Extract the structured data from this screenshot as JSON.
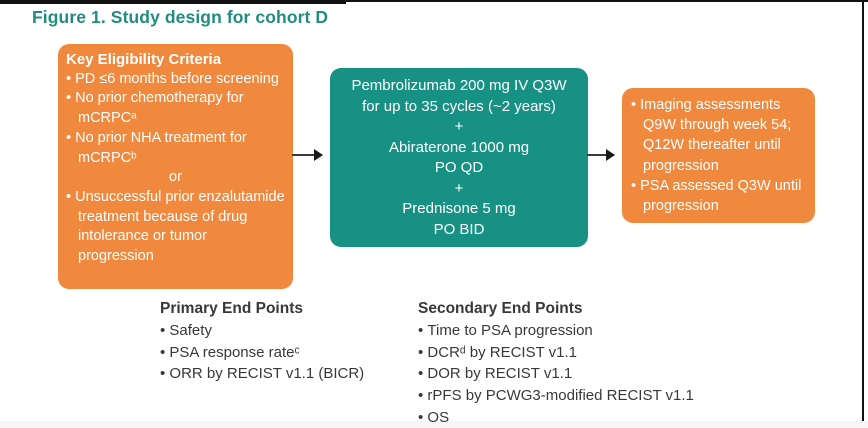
{
  "figure": {
    "title": "Figure 1. Study design for cohort D"
  },
  "colors": {
    "orange_box": "#f0883e",
    "teal_box": "#179184",
    "title_teal": "#218d80",
    "body_text": "#383838",
    "box_text": "#ffffff"
  },
  "eligibility_box": {
    "heading": "Key Eligibility Criteria",
    "items": [
      "PD ≤6 months before screening",
      "No prior chemotherapy for mCRPCᵃ",
      "No prior NHA treatment for mCRPCᵇ",
      "Unsuccessful prior enzalutamide treatment because of drug intolerance or tumor progression"
    ],
    "connector": "or"
  },
  "treatment_box": {
    "lines": [
      "Pembrolizumab 200 mg IV Q3W",
      "for up to 35 cycles (~2 years)",
      "+",
      "Abiraterone 1000 mg",
      "PO QD",
      "+",
      "Prednisone 5 mg",
      "PO BID"
    ]
  },
  "assessments_box": {
    "items": [
      "Imaging assessments Q9W through week 54; Q12W thereafter until progression",
      "PSA assessed Q3W until progression"
    ]
  },
  "primary_end_points": {
    "heading": "Primary End Points",
    "items": [
      "Safety",
      "PSA response rateᶜ",
      "ORR by RECIST v1.1 (BICR)"
    ]
  },
  "secondary_end_points": {
    "heading": "Secondary End Points",
    "items": [
      "Time to PSA progression",
      "DCRᵈ by RECIST v1.1",
      "DOR by RECIST v1.1",
      "rPFS by PCWG3-modified RECIST v1.1",
      "OS"
    ]
  }
}
